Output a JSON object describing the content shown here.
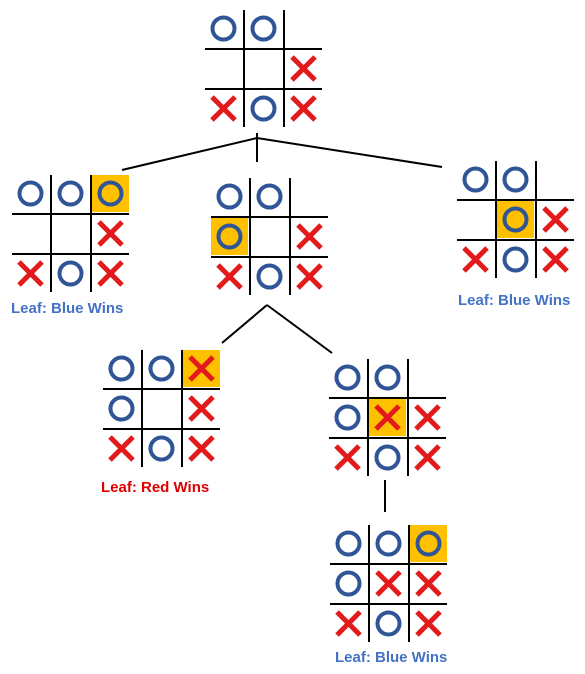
{
  "colors": {
    "blue": "#2F5597",
    "red": "#E31A1C",
    "highlight": "#FFC000",
    "blue_label": "#4472C4",
    "red_label": "#E00000"
  },
  "icons": {
    "O": "blue-circle-icon",
    "X": "red-cross-icon"
  },
  "boards": [
    {
      "id": "root",
      "cells": [
        "O",
        "O",
        "",
        "",
        "",
        "X",
        "X",
        "O",
        "X"
      ],
      "highlight": null
    },
    {
      "id": "child-left",
      "cells": [
        "O",
        "O",
        "O",
        "",
        "",
        "X",
        "X",
        "O",
        "X"
      ],
      "highlight": 2
    },
    {
      "id": "child-middle",
      "cells": [
        "O",
        "O",
        "",
        "O",
        "",
        "X",
        "X",
        "O",
        "X"
      ],
      "highlight": 3
    },
    {
      "id": "child-right",
      "cells": [
        "O",
        "O",
        "",
        "",
        "O",
        "X",
        "X",
        "O",
        "X"
      ],
      "highlight": 4
    },
    {
      "id": "grandchild-left",
      "cells": [
        "O",
        "O",
        "X",
        "O",
        "",
        "X",
        "X",
        "O",
        "X"
      ],
      "highlight": 2
    },
    {
      "id": "grandchild-right",
      "cells": [
        "O",
        "O",
        "",
        "O",
        "X",
        "X",
        "X",
        "O",
        "X"
      ],
      "highlight": 4
    },
    {
      "id": "great-grandchild",
      "cells": [
        "O",
        "O",
        "O",
        "O",
        "X",
        "X",
        "X",
        "O",
        "X"
      ],
      "highlight": 2
    }
  ],
  "labels": {
    "child_left": "Leaf: Blue Wins",
    "child_right": "Leaf: Blue Wins",
    "grandchild_left": "Leaf: Red Wins",
    "great_grandchild": "Leaf: Blue Wins"
  }
}
